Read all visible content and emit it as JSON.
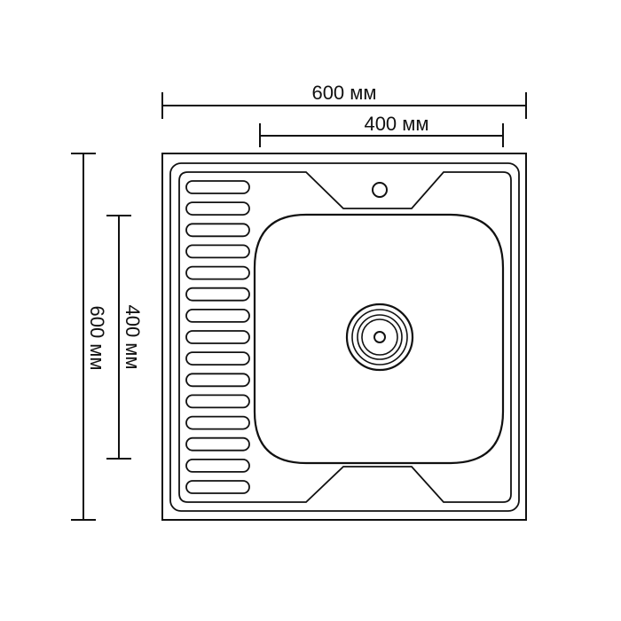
{
  "dimensions": {
    "overall_width_label": "600 мм",
    "bowl_width_label": "400 мм",
    "overall_depth_label": "600 мм",
    "bowl_depth_label": "400 мм"
  },
  "drainboard": {
    "rib_count": 15
  },
  "colors": {
    "line": "#111111",
    "background": "#ffffff"
  }
}
